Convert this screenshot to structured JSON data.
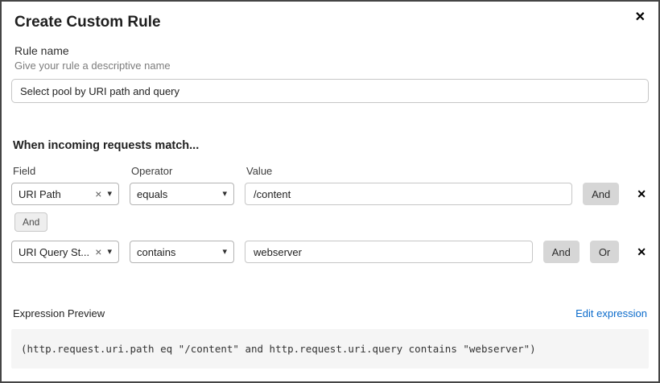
{
  "dialog": {
    "title": "Create Custom Rule"
  },
  "icons": {
    "close": "✕",
    "clear": "×",
    "caret": "▾"
  },
  "colors": {
    "link_blue": "#0b6bcb",
    "operator_button_gray": "#d6d6d6",
    "code_background": "#f5f5f5"
  },
  "rule_name": {
    "label": "Rule name",
    "helper": "Give your rule a descriptive name",
    "value": "Select pool by URI path and query"
  },
  "match_section": {
    "heading": "When incoming requests match...",
    "columns": {
      "field": "Field",
      "operator": "Operator",
      "value": "Value"
    },
    "connector": "And",
    "rows": [
      {
        "field": "URI Path",
        "operator": "equals",
        "value": "/content",
        "buttons": [
          "And"
        ]
      },
      {
        "field": "URI Query St...",
        "operator": "contains",
        "value": "webserver",
        "buttons": [
          "And",
          "Or"
        ]
      }
    ]
  },
  "expression": {
    "label": "Expression Preview",
    "edit_link": "Edit expression",
    "code": "(http.request.uri.path eq \"/content\" and http.request.uri.query contains \"webserver\")"
  }
}
